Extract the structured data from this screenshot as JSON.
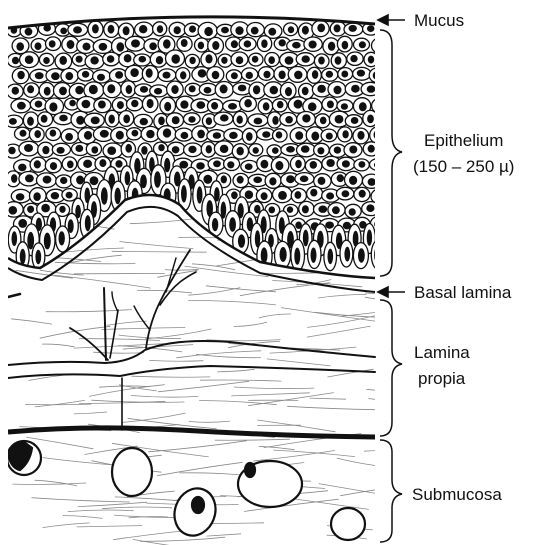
{
  "labels": {
    "mucus": "Mucus",
    "epithelium": "Epithelium",
    "epithelium_thickness": "(150 – 250 µ)",
    "basal_lamina": "Basal lamina",
    "lamina_line1": "Lamina",
    "lamina_line2": "propia",
    "submucosa": "Submucosa"
  },
  "colors": {
    "ink": "#111111",
    "paper": "#ffffff",
    "fiber": "#8a8a8a"
  }
}
